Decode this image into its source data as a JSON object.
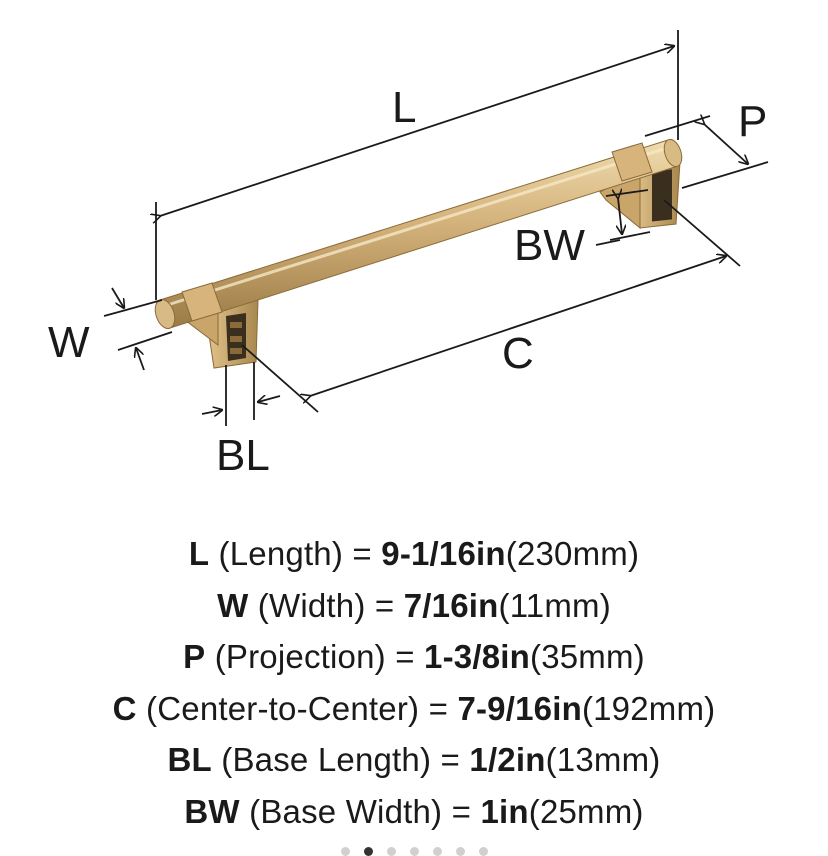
{
  "labels": {
    "L": "L",
    "P": "P",
    "BW": "BW",
    "W": "W",
    "C": "C",
    "BL": "BL"
  },
  "specs": [
    {
      "key": "L",
      "desc": " (Length) = ",
      "imperial": "9-1/16in",
      "metric": "(230mm)"
    },
    {
      "key": "W",
      "desc": " (Width) = ",
      "imperial": "7/16in",
      "metric": "(11mm)"
    },
    {
      "key": "P",
      "desc": " (Projection) = ",
      "imperial": "1-3/8in",
      "metric": "(35mm)"
    },
    {
      "key": "C",
      "desc": " (Center-to-Center) = ",
      "imperial": "7-9/16in",
      "metric": "(192mm)"
    },
    {
      "key": "BL",
      "desc": " (Base Length) = ",
      "imperial": "1/2in",
      "metric": "(13mm)"
    },
    {
      "key": "BW",
      "desc": " (Base Width) = ",
      "imperial": "1in",
      "metric": "(25mm)"
    }
  ],
  "pagination": {
    "count": 7,
    "active_index": 1
  },
  "colors": {
    "brass": "#c9a56a",
    "brass_dark": "#8a6a38",
    "brass_light": "#ecd6a4",
    "base_dark": "#3a2e1e",
    "ink": "#1a1a1a"
  }
}
